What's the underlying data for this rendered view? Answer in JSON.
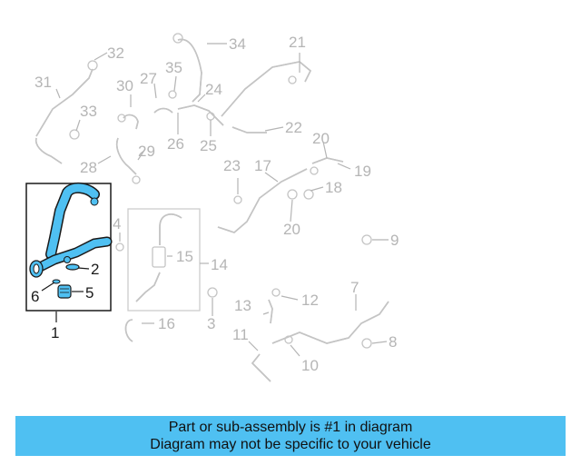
{
  "callouts": {
    "c1": "1",
    "c2": "2",
    "c3": "3",
    "c4": "4",
    "c5": "5",
    "c6": "6",
    "c7": "7",
    "c8": "8",
    "c9": "9",
    "c10": "10",
    "c11": "11",
    "c12": "12",
    "c13": "13",
    "c14": "14",
    "c15": "15",
    "c16": "16",
    "c17": "17",
    "c18": "18",
    "c19": "19",
    "c20a": "20",
    "c20b": "20",
    "c21": "21",
    "c22": "22",
    "c23": "23",
    "c24": "24",
    "c25": "25",
    "c26": "26",
    "c27": "27",
    "c28": "28",
    "c29": "29",
    "c30": "30",
    "c31": "31",
    "c32": "32",
    "c33": "33",
    "c34": "34",
    "c35": "35"
  },
  "highlight_color": "#4fc0f2",
  "banner": {
    "line1": "Part or sub-assembly is #1 in diagram",
    "line2": "Diagram may not be specific to your vehicle"
  }
}
